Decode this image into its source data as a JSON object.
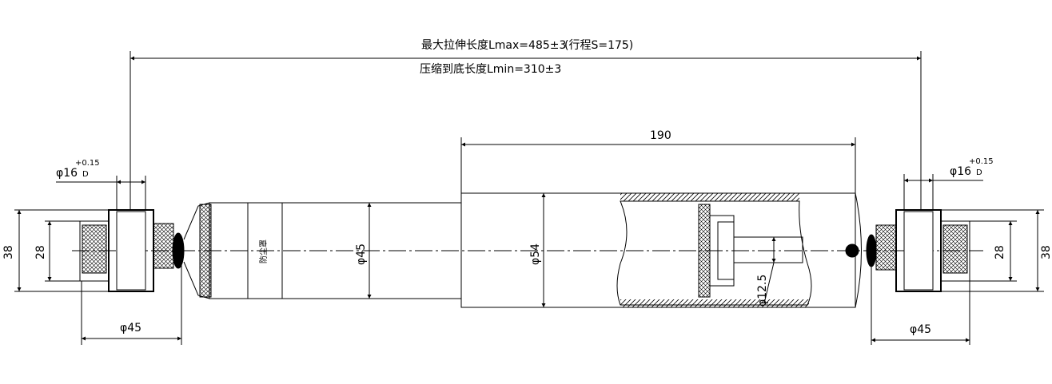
{
  "annotations": {
    "max_length": "最大拉伸长度Lmax=485±3",
    "stroke": "(行程S=175)",
    "min_length": "压缩到底长度Lmin=310±3",
    "dim_190": "190",
    "left_bore": "φ16",
    "left_fit": "D",
    "left_tol": "+0.15",
    "right_bore": "φ16",
    "right_fit": "D",
    "right_tol": "+0.15",
    "left_od": "φ45",
    "right_od": "φ45",
    "left_h38": "38",
    "left_h28": "28",
    "right_h28": "28",
    "right_h38": "38",
    "dust_cover_dia": "φ45",
    "body_dia": "φ54",
    "rod_dia": "φ12.5",
    "cover_text": "防尘罩"
  },
  "colors": {
    "line": "#000000",
    "background": "#ffffff"
  }
}
